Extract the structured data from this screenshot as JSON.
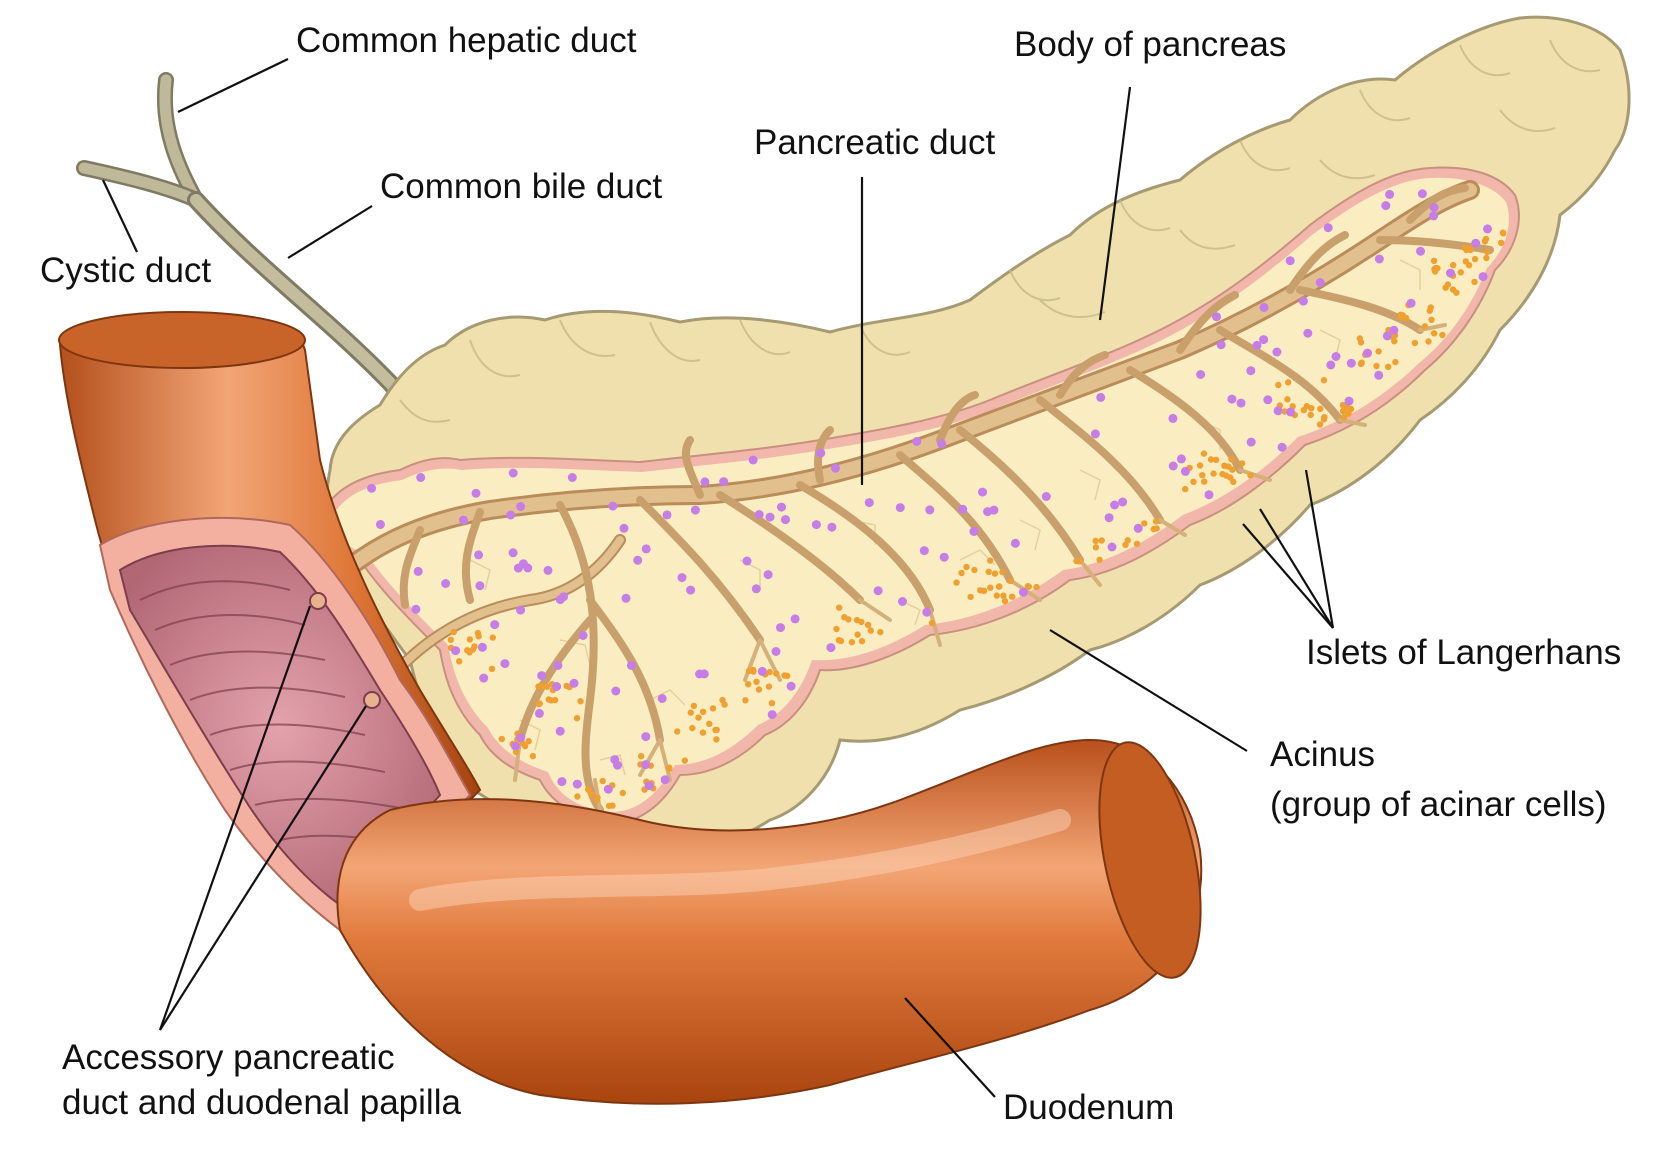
{
  "labels": {
    "common_hepatic_duct": "Common hepatic duct",
    "body_of_pancreas": "Body of pancreas",
    "pancreatic_duct": "Pancreatic duct",
    "common_bile_duct": "Common bile duct",
    "cystic_duct": "Cystic duct",
    "islets_of_langerhans": "Islets of Langerhans",
    "acinus_line1": "Acinus",
    "acinus_line2": "(group of acinar cells)",
    "accessory_line1": "Accessory pancreatic",
    "accessory_line2": "duct and duodenal papilla",
    "duodenum": "Duodenum"
  },
  "colors": {
    "pancreas_outer": "#efe0ad",
    "pancreas_cut": "#faedc1",
    "pancreas_outline": "#a69a72",
    "cut_rim": "#f1b7aa",
    "duct": "#deb888",
    "bile_duct": "#b4ae90",
    "duodenum_base": "#d8692a",
    "duodenum_highlight": "#f6b48a",
    "duodenum_inner": "#c27a8a",
    "islet": "#c77de8",
    "acinus": "#f0a030",
    "leader_line": "#111111"
  }
}
